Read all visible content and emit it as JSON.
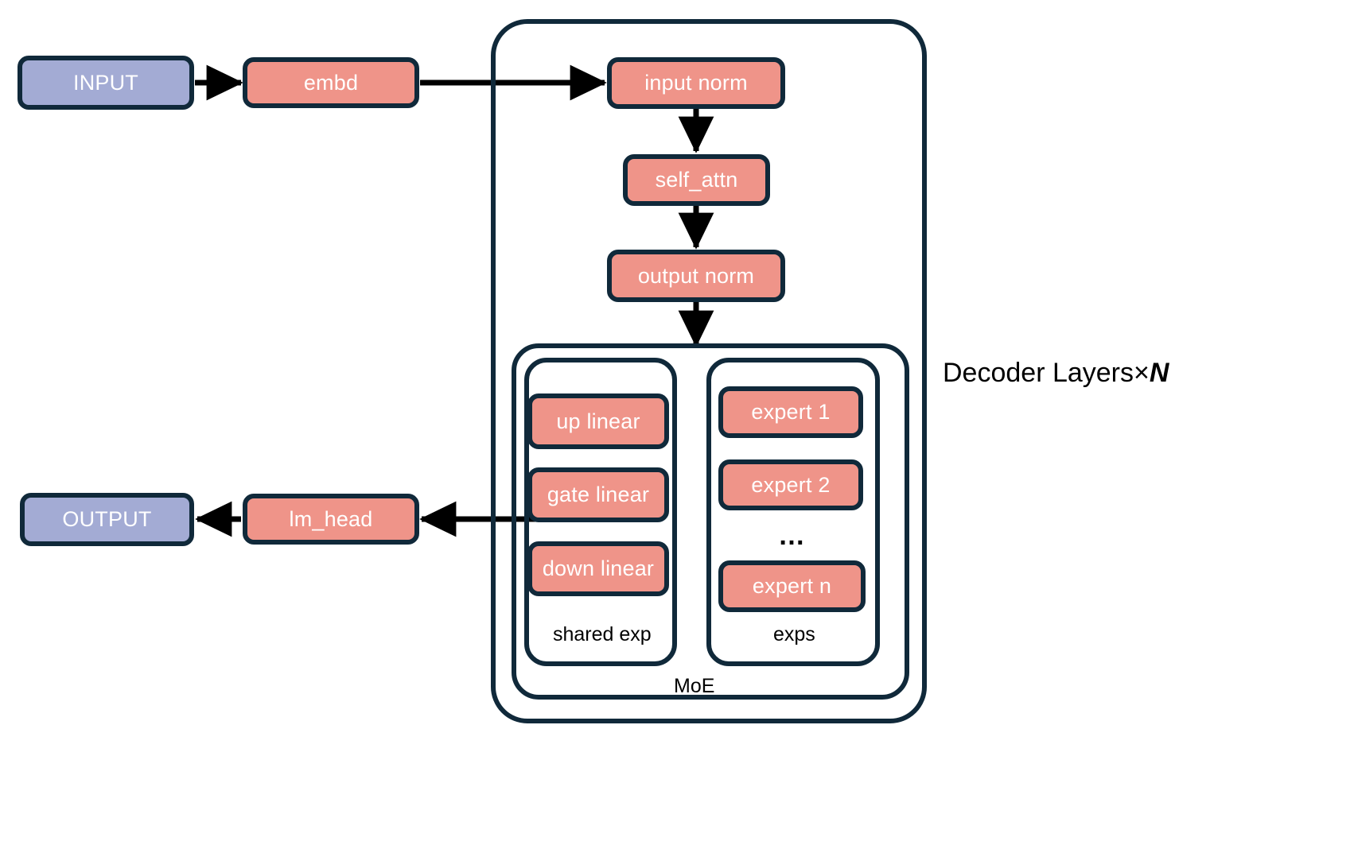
{
  "diagram": {
    "title_note": "Decoder Layers×N",
    "title_note_plain": "Decoder Layers×",
    "title_note_italic": "N",
    "colors": {
      "io_fill": "#a3abd4",
      "op_fill": "#ef9489",
      "stroke": "#10293a",
      "text_on_node": "#ffffff",
      "text_plain": "#000000",
      "background": "#ffffff"
    }
  },
  "nodes": {
    "input": "INPUT",
    "embd": "embd",
    "input_norm": "input norm",
    "self_attn": "self_attn",
    "output_norm": "output norm",
    "up_linear": "up linear",
    "gate_linear": "gate linear",
    "down_linear": "down linear",
    "expert_1": "expert 1",
    "expert_2": "expert 2",
    "expert_ellipsis": "…",
    "expert_n": "expert n",
    "lm_head": "lm_head",
    "output": "OUTPUT"
  },
  "containers": {
    "shared_exp": "shared exp",
    "exps": "exps",
    "moe": "MoE"
  },
  "edges": [
    {
      "from": "INPUT",
      "to": "embd",
      "kind": "arrow",
      "direction": "right"
    },
    {
      "from": "embd",
      "to": "input norm",
      "kind": "arrow",
      "direction": "right"
    },
    {
      "from": "input norm",
      "to": "self_attn",
      "kind": "arrow",
      "direction": "down"
    },
    {
      "from": "self_attn",
      "to": "output norm",
      "kind": "arrow",
      "direction": "down"
    },
    {
      "from": "output norm",
      "to": "MoE",
      "kind": "arrow",
      "direction": "down"
    },
    {
      "from": "MoE",
      "to": "lm_head",
      "kind": "arrow",
      "direction": "left"
    },
    {
      "from": "lm_head",
      "to": "OUTPUT",
      "kind": "arrow",
      "direction": "left"
    }
  ]
}
